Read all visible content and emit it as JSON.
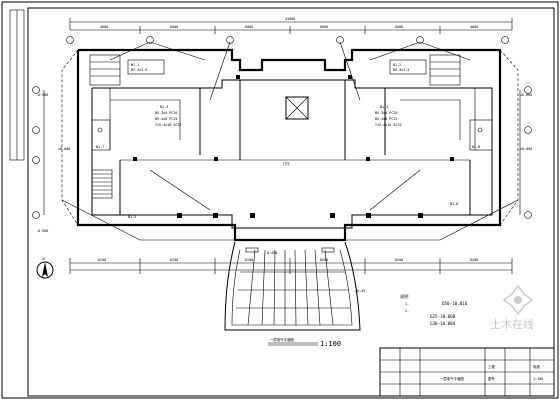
{
  "drawing": {
    "scale_label": "1:100",
    "watermark_text": "土木在线",
    "grid_top_labels": [
      "4800",
      "6000",
      "6000",
      "6000",
      "6000",
      "4800"
    ],
    "grid_bottom_labels": [
      "8200",
      "6200",
      "6200",
      "8200",
      "6200",
      "8200"
    ],
    "level_labels": [
      "-0.900",
      "±0.000",
      "+0.600",
      "-0.450",
      "±0.000",
      "-0.900"
    ],
    "notes": {
      "title": "说明",
      "line1": "D50-10.016",
      "line2": "G25-10.008",
      "line3": "G30-10.004"
    },
    "panel_labels": [
      "N1-1",
      "N1-2",
      "N1-3",
      "N1-4",
      "N1-5",
      "N1-6",
      "N1-7",
      "N1-8"
    ],
    "title_block": {
      "rows": 4,
      "cols": 6
    }
  },
  "colors": {
    "line": "#000000",
    "watermark": "#c9c9c9",
    "background": "#ffffff"
  }
}
